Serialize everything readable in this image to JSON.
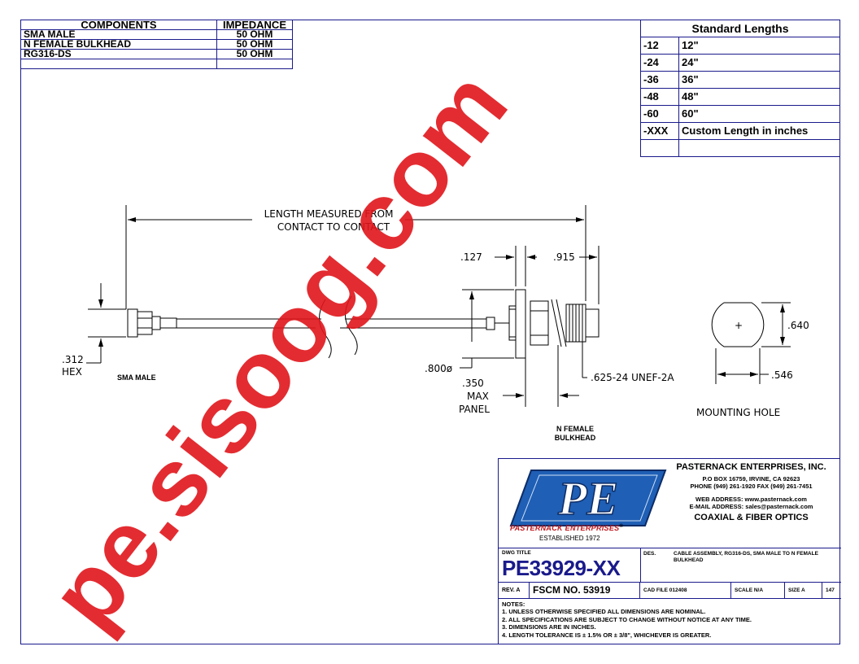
{
  "components_table": {
    "headers": [
      "COMPONENTS",
      "IMPEDANCE"
    ],
    "rows": [
      [
        "SMA MALE",
        "50 OHM"
      ],
      [
        "N FEMALE BULKHEAD",
        "50 OHM"
      ],
      [
        "RG316-DS",
        "50 OHM"
      ],
      [
        "",
        ""
      ]
    ]
  },
  "lengths_table": {
    "title": "Standard Lengths",
    "rows": [
      [
        "-12",
        "12\""
      ],
      [
        "-24",
        "24\""
      ],
      [
        "-36",
        "36\""
      ],
      [
        "-48",
        "48\""
      ],
      [
        "-60",
        "60\""
      ],
      [
        "-XXX",
        "Custom Length in inches"
      ],
      [
        "",
        ""
      ]
    ]
  },
  "drawing": {
    "length_note_1": "LENGTH MEASURED FROM",
    "length_note_2": "CONTACT TO CONTACT",
    "dim_127": ".127",
    "dim_915": ".915",
    "dim_312": ".312",
    "hex": "HEX",
    "sma_label": "SMA MALE",
    "dim_800": ".800ø",
    "dim_350": ".350",
    "max": "MAX",
    "panel": "PANEL",
    "thread": ".625-24 UNEF-2A",
    "n_label_1": "N FEMALE",
    "n_label_2": "BULKHEAD",
    "dim_640": ".640",
    "dim_546": ".546",
    "mounting_hole": "MOUNTING HOLE",
    "plus": "+"
  },
  "company": {
    "logo_letters": "PE",
    "logo_name": "PASTERNACK ENTERPRISES",
    "registered": "®",
    "established": "ESTABLISHED 1972",
    "name": "PASTERNACK ENTERPRISES, INC.",
    "address": "P.O BOX 16759, IRVINE, CA 92623",
    "phone": "PHONE (949) 261-1920 FAX (949) 261-7451",
    "web": "WEB ADDRESS: www.pasternack.com",
    "email": "E-MAIL ADDRESS: sales@pasternack.com",
    "tagline": "COAXIAL & FIBER OPTICS"
  },
  "title_block": {
    "dwg_title_label": "DWG TITLE",
    "dwg_number": "PE33929-XX",
    "des_label": "DES.",
    "description": "CABLE ASSEMBLY, RG316-DS, SMA MALE TO N FEMALE BULKHEAD",
    "rev": "REV. A",
    "fscm": "FSCM NO. 53919",
    "cad_file": "CAD FILE  012408",
    "scale": "SCALE  N/A",
    "size": "SIZE  A",
    "sheet": "147"
  },
  "notes": {
    "title": "NOTES:",
    "items": [
      "1.  UNLESS OTHERWISE SPECIFIED ALL DIMENSIONS ARE NOMINAL.",
      "2.  ALL SPECIFICATIONS ARE SUBJECT TO CHANGE WITHOUT NOTICE AT ANY TIME.",
      "3.  DIMENSIONS ARE IN INCHES.",
      "4.  LENGTH TOLERANCE IS ± 1.5% OR ± 3/8\", WHICHEVER IS GREATER."
    ]
  },
  "watermark": "pe.sisoog.com",
  "colors": {
    "border": "#1a1a8c",
    "watermark": "#e0151b",
    "logo_blue": "#1f5fb5",
    "title_blue": "#1a1a8c"
  }
}
